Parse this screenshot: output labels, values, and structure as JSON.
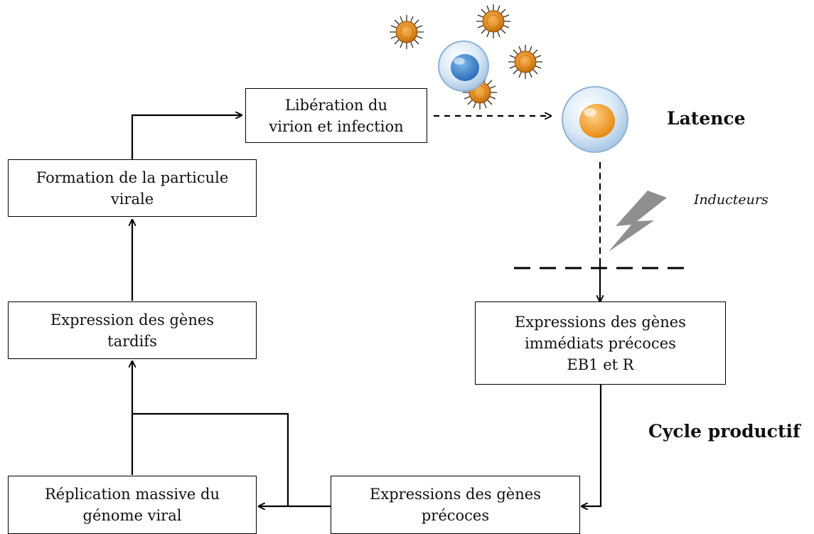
{
  "boxes": {
    "liberation": [
      "Libération du",
      "virion et infection"
    ],
    "formation": [
      "Formation de la particule",
      "virale"
    ],
    "tardifs": [
      "Expression des gènes",
      "tardifs"
    ],
    "immediats": [
      "Expressions des gènes",
      "immédiats précoces",
      "EB1 et R"
    ],
    "replication": [
      "Réplication massive du",
      "génome viral"
    ],
    "precoces": [
      "Expressions des gènes",
      "précoces"
    ]
  },
  "labels": {
    "latence": "Latence",
    "inducteurs": "Inducteurs",
    "cycle_productif": "Cycle productif"
  }
}
